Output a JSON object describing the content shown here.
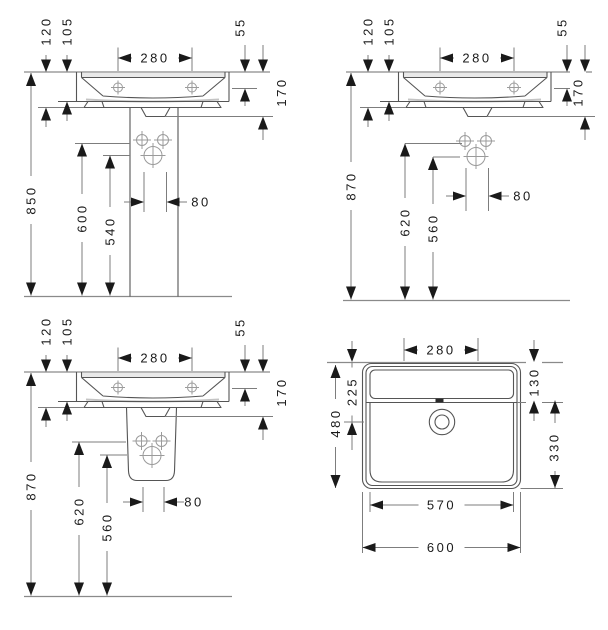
{
  "drawing": {
    "type": "washbasin technical dimension drawing",
    "views": {
      "front_with_pedestal": {
        "d120": "120",
        "d105": "105",
        "d280": "280",
        "d55": "55",
        "d170": "170",
        "d850": "850",
        "d600": "600",
        "d540": "540",
        "d80": "80"
      },
      "wall_hung": {
        "d120": "120",
        "d105": "105",
        "d280": "280",
        "d55": "55",
        "d170": "170",
        "d870": "870",
        "d620": "620",
        "d560": "560",
        "d80": "80"
      },
      "half_pedestal": {
        "d120": "120",
        "d105": "105",
        "d280": "280",
        "d55": "55",
        "d170": "170",
        "d870": "870",
        "d620": "620",
        "d560": "560",
        "d80": "80"
      },
      "top_view": {
        "d280": "280",
        "d130": "130",
        "d225": "225",
        "d480": "480",
        "d330": "330",
        "d570": "570",
        "d600": "600"
      }
    }
  }
}
